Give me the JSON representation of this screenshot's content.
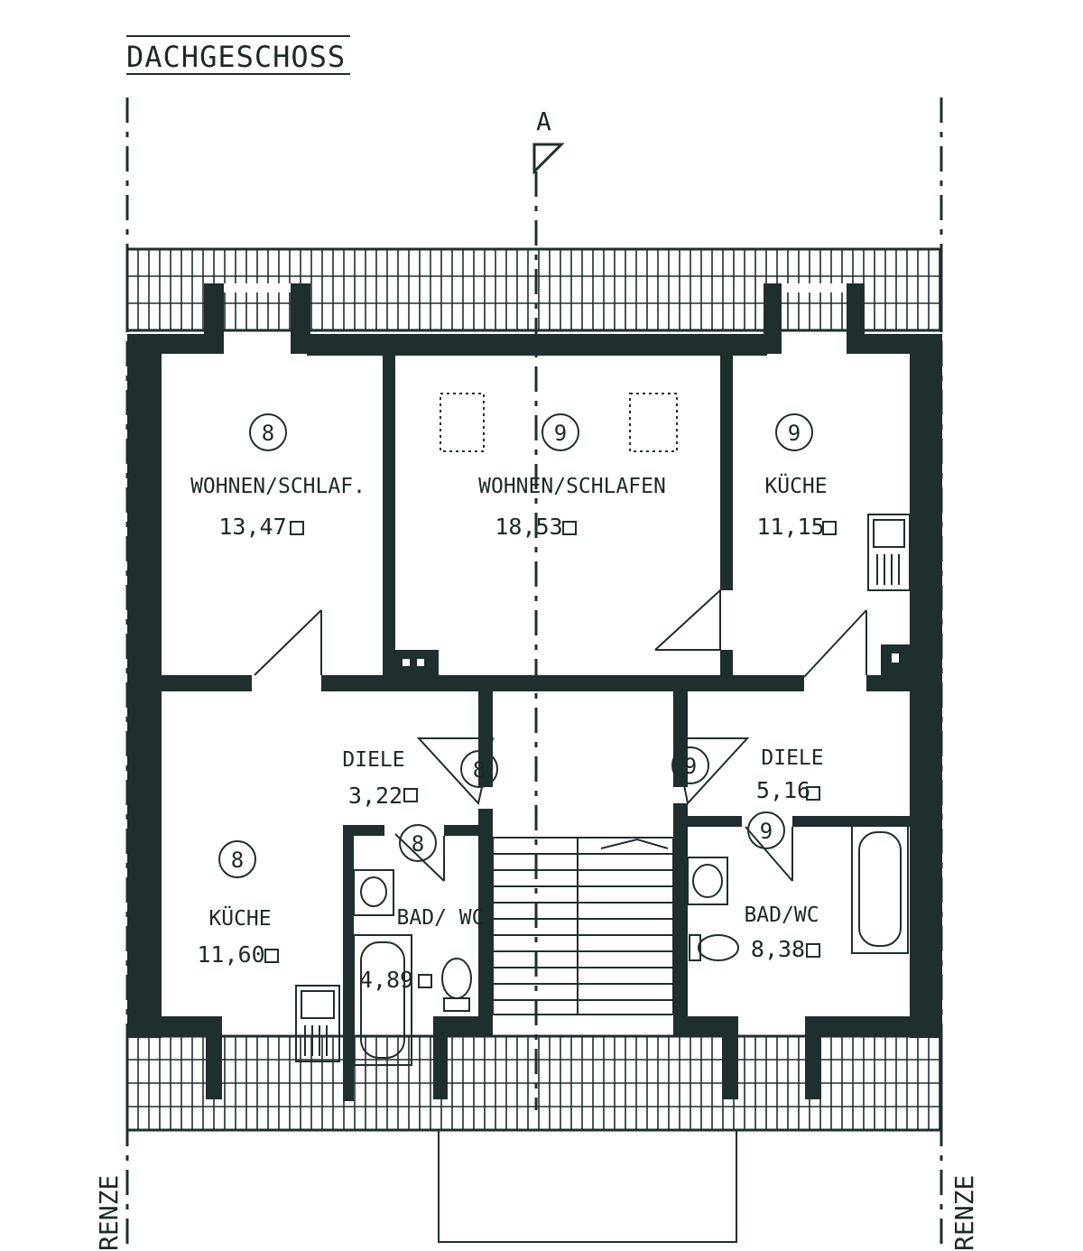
{
  "title": "DACHGESCHOSS",
  "section_marker": "A",
  "boundary_label_left": "RENZE",
  "boundary_label_right": "RENZE",
  "rooms": [
    {
      "id": "r1",
      "unit": "8",
      "name": "WOHNEN/SCHLAF.",
      "area": "13,47"
    },
    {
      "id": "r2",
      "unit": "9",
      "name": "WOHNEN/SCHLAFEN",
      "area": "18,53"
    },
    {
      "id": "r3",
      "unit": "9",
      "name": "KÜCHE",
      "area": "11,15"
    },
    {
      "id": "r4",
      "unit": "8",
      "name": "KÜCHE",
      "area": "11,60"
    },
    {
      "id": "r5",
      "unit": "8",
      "name": "DIELE",
      "area": "3,22"
    },
    {
      "id": "r6",
      "unit": "8",
      "name": "BAD/ WC",
      "area": "4,89"
    },
    {
      "id": "r7",
      "unit": "9",
      "name": "DIELE",
      "area": "5,16"
    },
    {
      "id": "r8",
      "unit": "9",
      "name": "BAD/WC",
      "area": "8,38"
    }
  ],
  "entrance_markers": [
    "8",
    "9",
    "8",
    "9"
  ]
}
